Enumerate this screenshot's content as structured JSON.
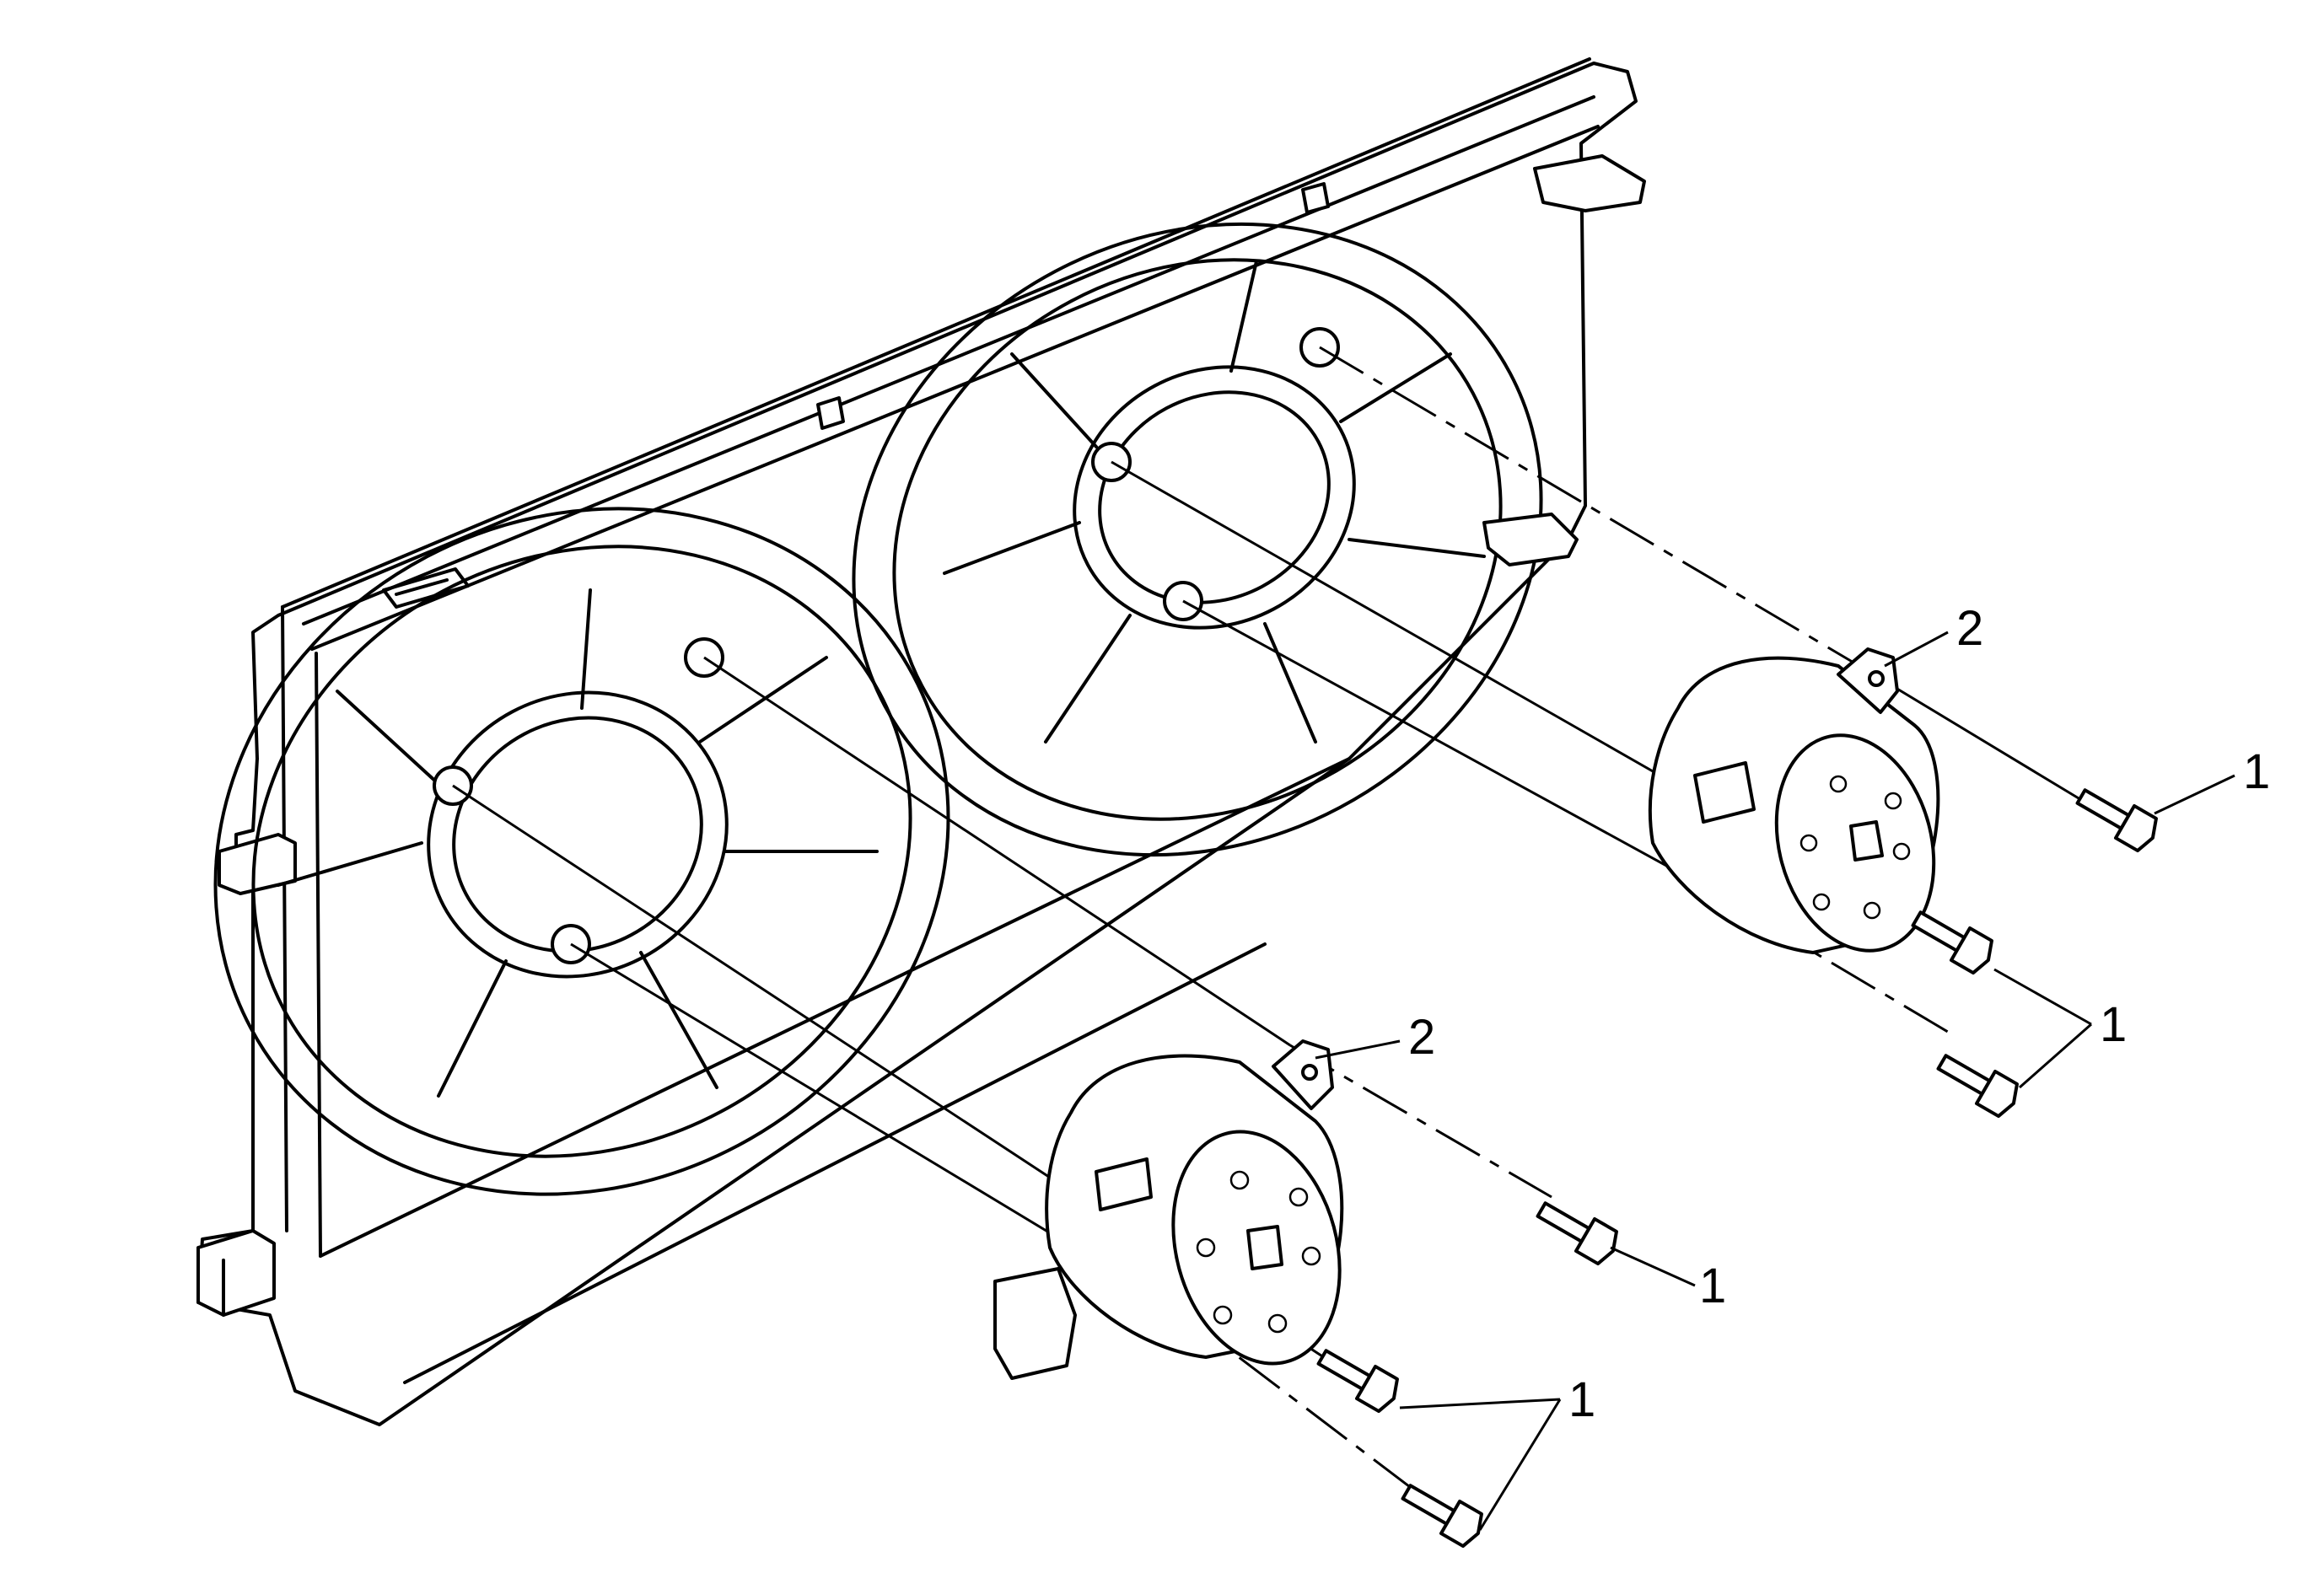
{
  "callouts": {
    "c1_a": "1",
    "c1_b": "1",
    "c1_c": "1",
    "c1_d": "1",
    "c2_a": "2",
    "c2_b": "2"
  },
  "parts": [
    "fan-shroud",
    "fan-motor",
    "fan-motor-bolt"
  ]
}
